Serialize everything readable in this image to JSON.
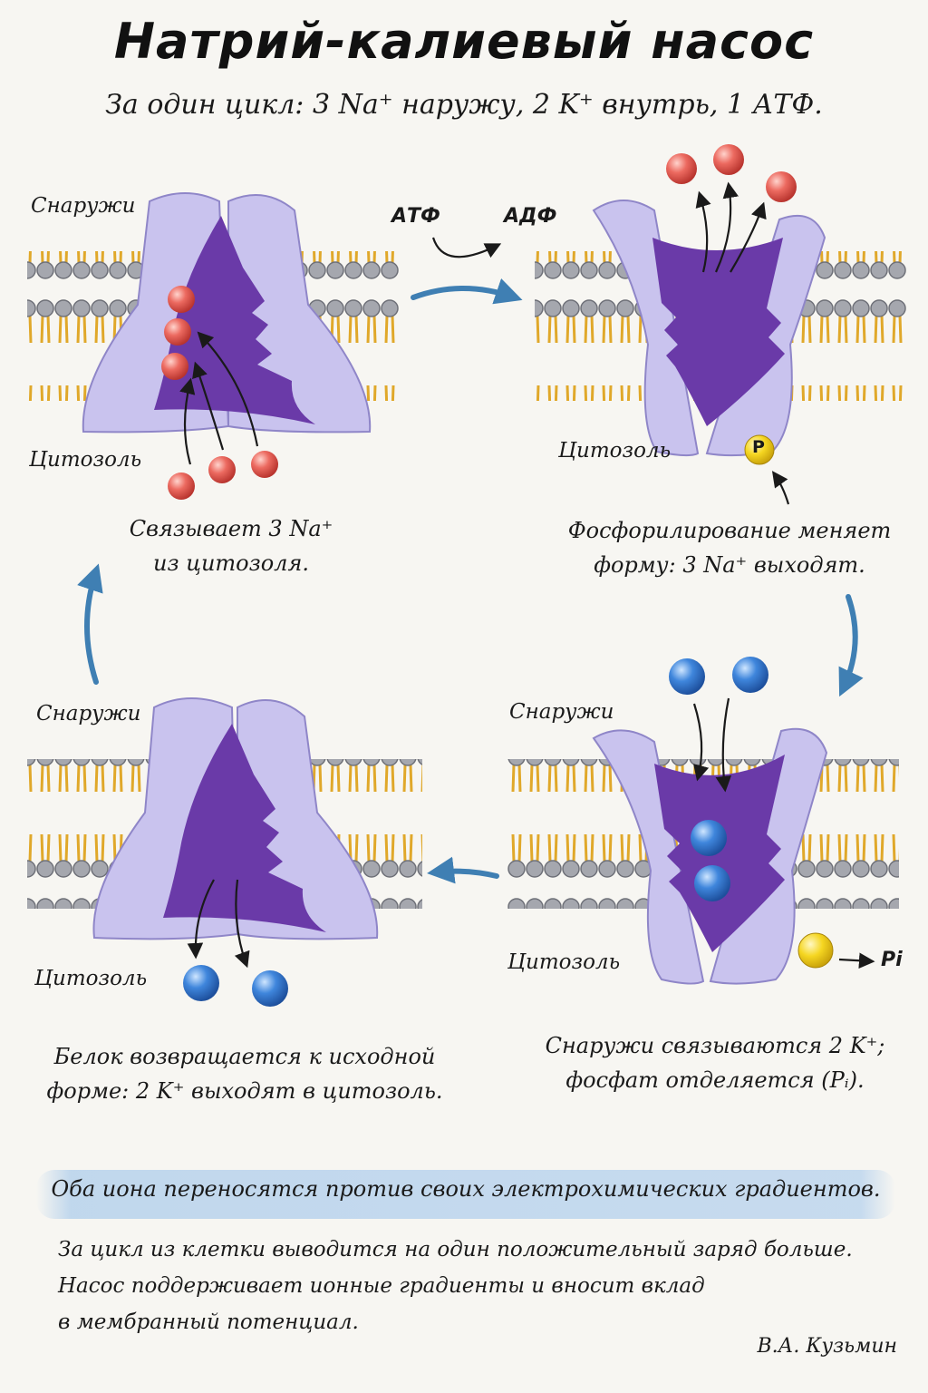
{
  "title": "Натрий-калиевый насос",
  "subtitle": "За один цикл: 3 Na⁺ наружу, 2 K⁺ внутрь, 1 АТФ.",
  "labels": {
    "outside": "Снаружи",
    "cytosol": "Цитозоль",
    "atp": "АТФ",
    "adp": "АДФ",
    "phosphate": "P",
    "pi": "Pi"
  },
  "steps": [
    {
      "caption_line1": "Связывает 3 Na⁺",
      "caption_line2": "из цитозоля."
    },
    {
      "caption_line1": "Фосфорилирование меняет",
      "caption_line2": "форму: 3 Na⁺ выходят."
    },
    {
      "caption_line1": "Снаружи связываются 2 K⁺;",
      "caption_line2": "фосфат отделяется (Pᵢ)."
    },
    {
      "caption_line1": "Белок возвращается к исходной",
      "caption_line2": "форме: 2 K⁺ выходят в цитозоль."
    }
  ],
  "summary_band": "Оба иона переносятся против своих электрохимических градиентов.",
  "notes": [
    "За цикл из клетки выводится на один положительный заряд больше.",
    "Насос поддерживает ионные градиенты и вносит вклад",
    "в мембранный потенциал."
  ],
  "author": "В.А. Кузьмин",
  "colors": {
    "protein_light": "#c9c3ee",
    "protein_dark": "#6a3aa8",
    "sodium": "#e8665e",
    "potassium": "#3a7fd6",
    "phosphate": "#f3d21c",
    "lipid_head": "#9c9ea6",
    "lipid_tail": "#e8b43a",
    "cycle_arrow": "#3f7fb3"
  }
}
